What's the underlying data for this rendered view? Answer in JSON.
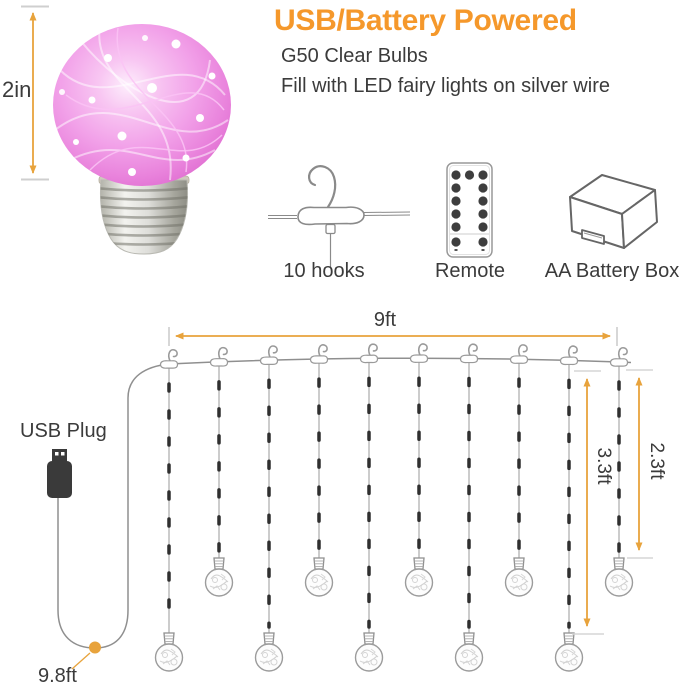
{
  "colors": {
    "accent": "#f5982b",
    "arrow": "#e8a33c",
    "bulb_pink": "#f2a2e9"
  },
  "header": {
    "title": "USB/Battery Powered",
    "line1": "G50 Clear Bulbs",
    "line2": "Fill with LED fairy lights on silver wire"
  },
  "bulb_figure": {
    "size_label": "2in"
  },
  "accessories": {
    "hooks": {
      "icon": "ceiling-hook",
      "label": "10 hooks"
    },
    "remote": {
      "icon": "remote-control",
      "label": "Remote"
    },
    "battery": {
      "icon": "battery-box",
      "label": "AA Battery Box"
    }
  },
  "diagram": {
    "width_label": "9ft",
    "long_drop_label": "3.3ft",
    "short_drop_label": "2.3ft",
    "plug_label": "USB Plug",
    "lead_length_label": "9.8ft",
    "hook_count": 10
  }
}
